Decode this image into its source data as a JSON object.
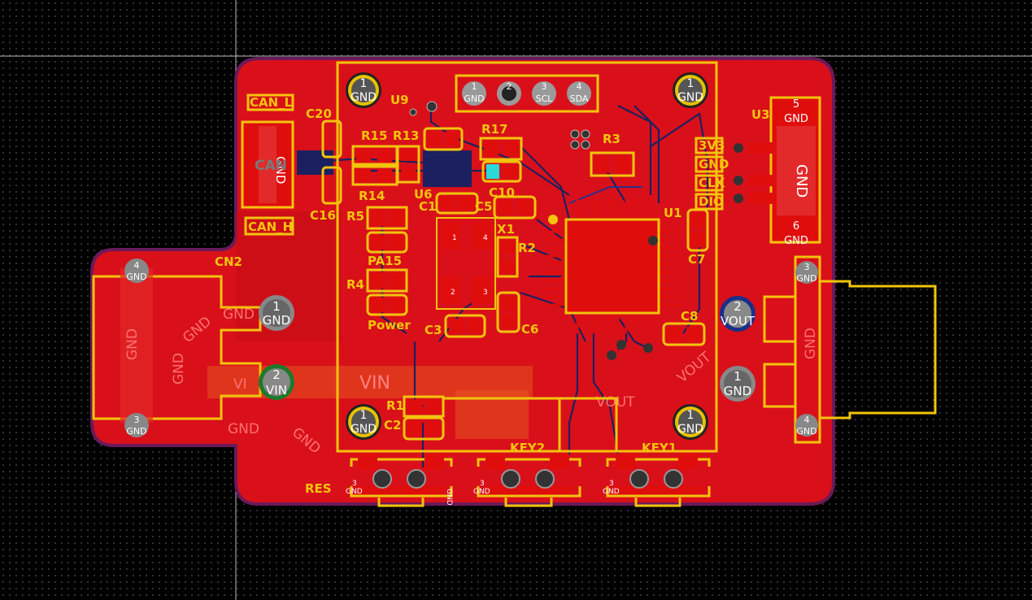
{
  "colors": {
    "board": "#d9101a",
    "outline": "#6a1a5a",
    "silkscreen": "#f2c40c",
    "copper": "#e00d0d",
    "traces": "#1a2060"
  },
  "refs": {
    "can_l": "CAN_L",
    "can_h": "CAN_H",
    "can": "CAN",
    "c20": "C20",
    "c16": "C16",
    "r15": "R15",
    "r13": "R13",
    "r14": "R14",
    "r17": "R17",
    "r3": "R3",
    "u9": "U9",
    "u6": "U6",
    "c1": "C1",
    "c5": "C5",
    "c10": "C10",
    "x1": "X1",
    "r2": "R2",
    "r5": "R5",
    "pa15": "PA15",
    "r4": "R4",
    "power": "Power",
    "c3": "C3",
    "c6": "C6",
    "u1": "U1",
    "c7": "C7",
    "c8": "C8",
    "u3": "U3",
    "cn2": "CN2",
    "r1": "R1",
    "c2": "C2",
    "res": "RES",
    "key2": "KEY2",
    "key1": "KEY1"
  },
  "header": {
    "pins": [
      {
        "num": "1",
        "name": "GND"
      },
      {
        "num": "2",
        "name": ""
      },
      {
        "num": "3",
        "name": "SCL"
      },
      {
        "num": "4",
        "name": "SDA"
      }
    ]
  },
  "swd": {
    "labels": [
      "3V3",
      "GND",
      "CLK",
      "DIO"
    ]
  },
  "holes": {
    "num": "1",
    "name": "GND"
  },
  "vin": {
    "num": "2",
    "name": "VIN",
    "text": "VIN"
  },
  "vout": {
    "num": "2",
    "name": "VOUT"
  },
  "gnd": "GND",
  "pins": {
    "p1": "1",
    "p2": "2",
    "p3": "3",
    "p4": "4",
    "p5": "5",
    "p6": "6"
  },
  "misc": {
    "vout_text": "VOUT",
    "vin_small": "VI"
  }
}
